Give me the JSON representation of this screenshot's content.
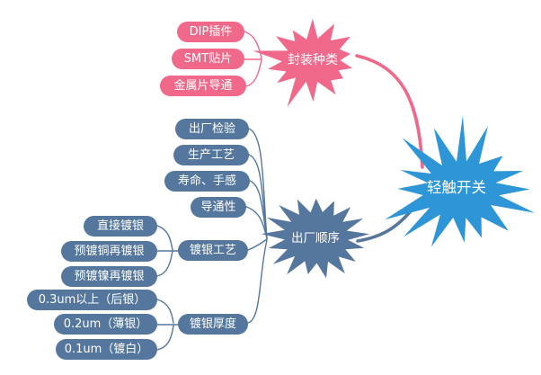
{
  "colors": {
    "pink": "#f1698a",
    "grayBlue": "#55779d",
    "blue": "#2e96d7",
    "nodeText": "#ffffff",
    "background": "#ffffff"
  },
  "root": {
    "label": "轻触开关"
  },
  "branches": [
    {
      "label": "封装种类",
      "children": [
        {
          "label": "DIP插件"
        },
        {
          "label": "SMT贴片"
        },
        {
          "label": "金属片导通"
        }
      ]
    },
    {
      "label": "出厂顺序",
      "children": [
        {
          "label": "出厂检验"
        },
        {
          "label": "生产工艺"
        },
        {
          "label": "寿命、手感"
        },
        {
          "label": "导通性"
        },
        {
          "label": "镀银工艺",
          "children": [
            {
              "label": "直接镀银"
            },
            {
              "label": "预镀铜再镀银"
            },
            {
              "label": "预镀镍再镀银"
            }
          ]
        },
        {
          "label": "镀银厚度",
          "children": [
            {
              "label": "0.3um以上（后银）"
            },
            {
              "label": "0.2um（薄银）"
            },
            {
              "label": "0.1um（镀白）"
            }
          ]
        }
      ]
    }
  ]
}
